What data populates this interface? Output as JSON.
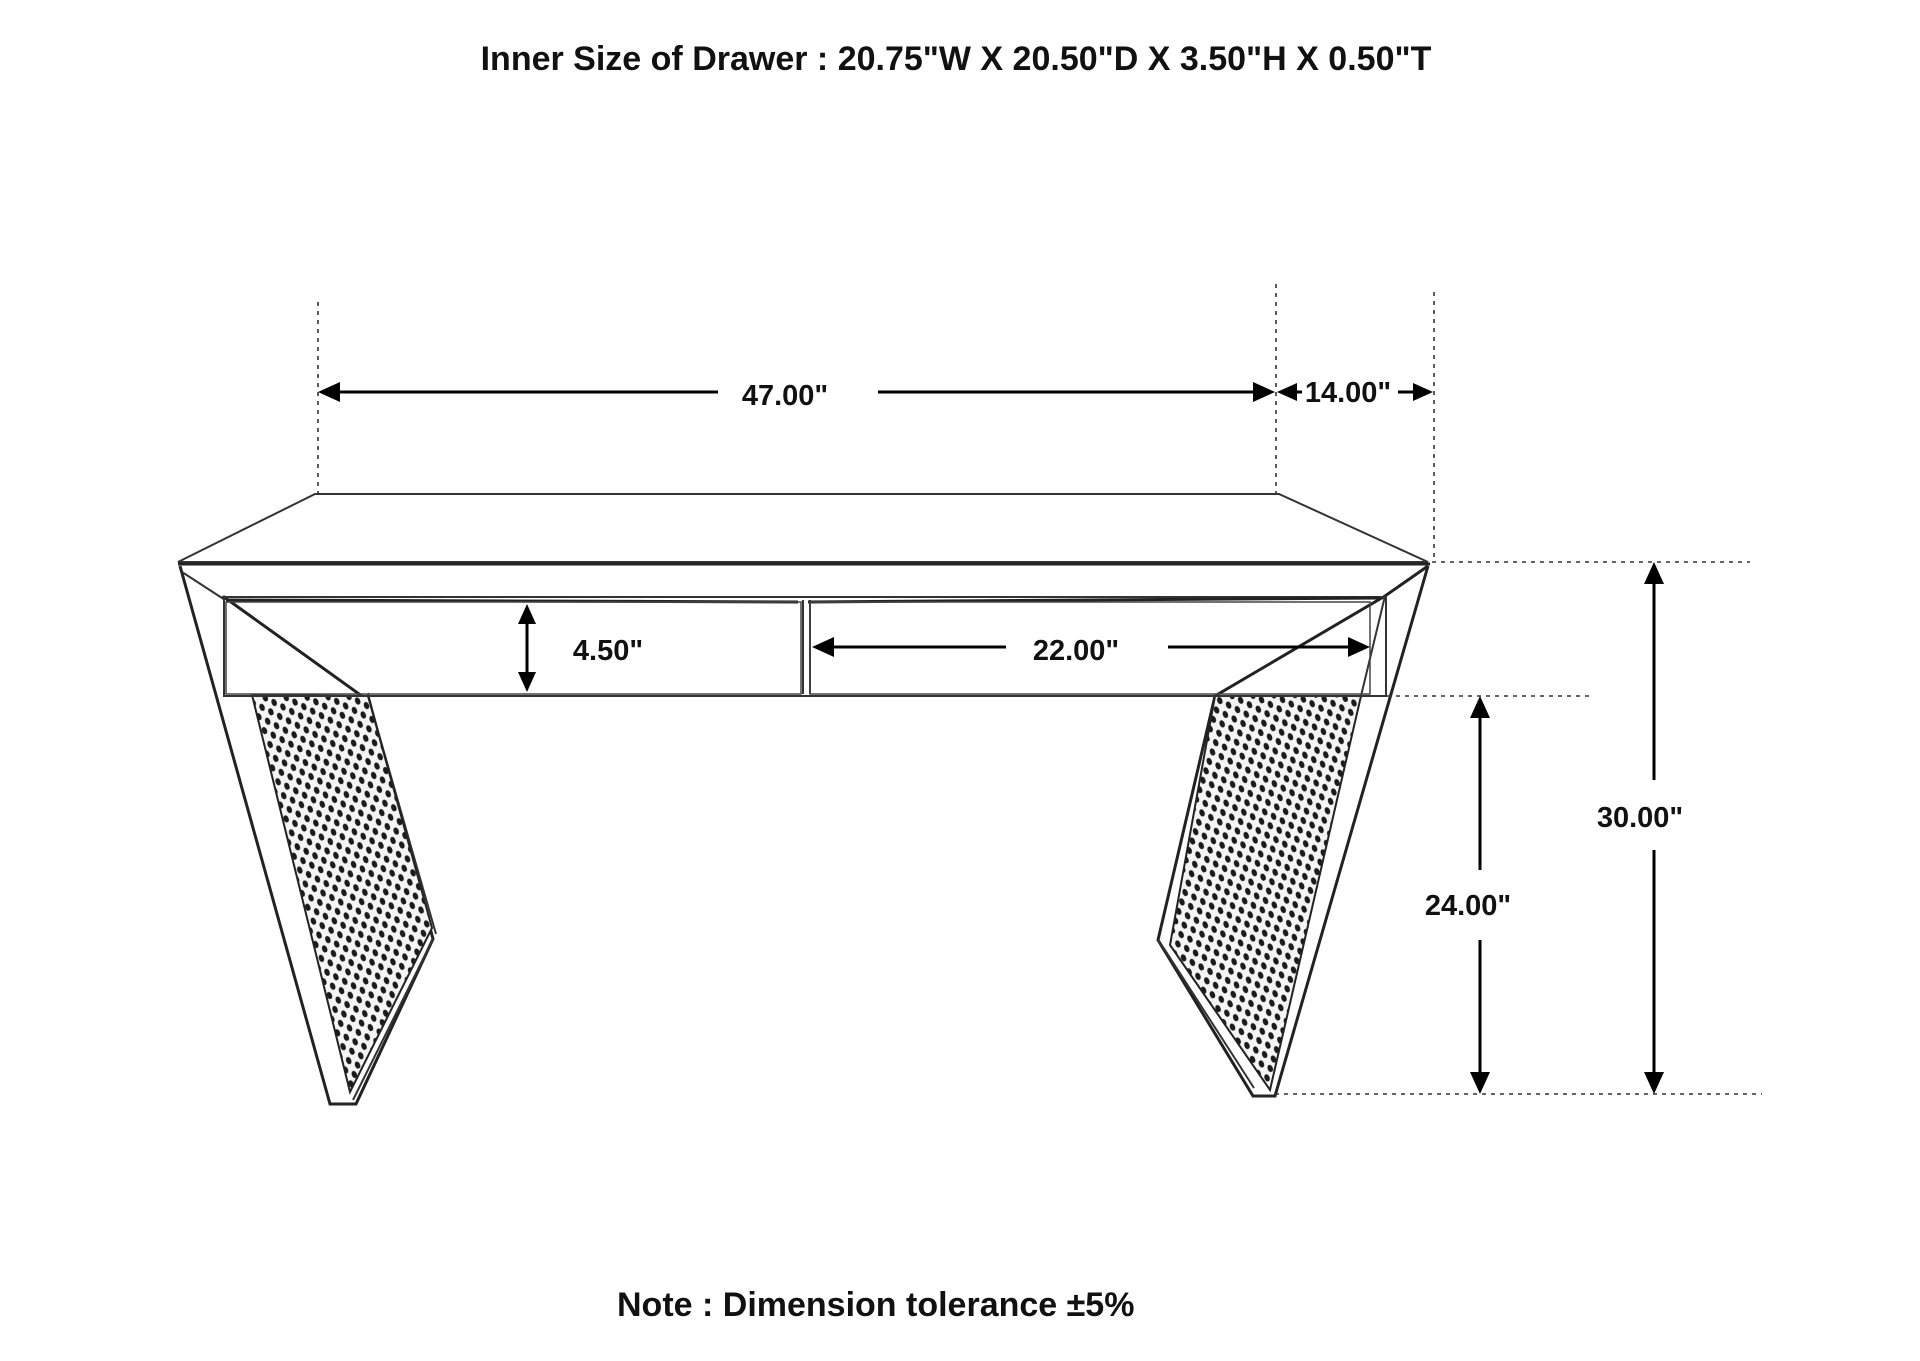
{
  "title": "Inner Size of Drawer : 20.75\"W X 20.50\"D X 3.50\"H X 0.50\"T",
  "note": "Note : Dimension tolerance ±5%",
  "dimensions": {
    "width": "47.00\"",
    "depth": "14.00\"",
    "total_height": "30.00\"",
    "clearance_height": "24.00\"",
    "drawer_height": "4.50\"",
    "drawer_width": "22.00\""
  }
}
